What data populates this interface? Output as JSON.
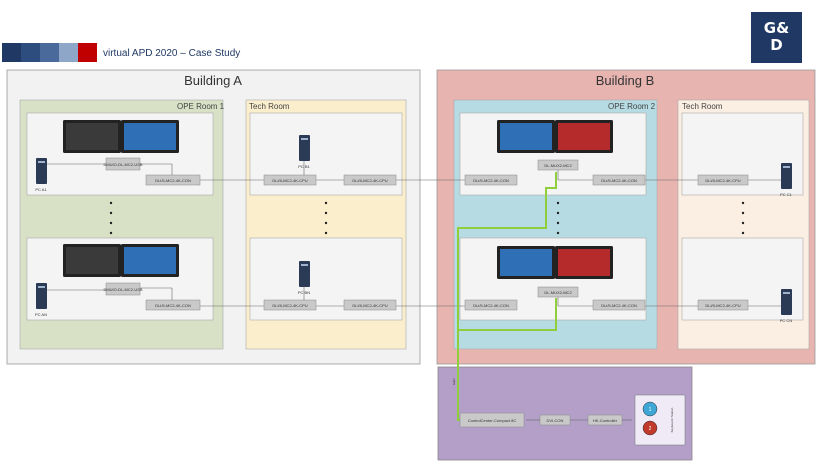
{
  "header": {
    "title": "virtual APD 2020 – Case Study",
    "colors": [
      "#1f3864",
      "#2e4d7f",
      "#4a6a9c",
      "#8ea6c7",
      "#c00000"
    ],
    "logo": {
      "top": "G&",
      "bottom": "D"
    }
  },
  "buildings": {
    "a": {
      "title": "Building A",
      "ope_room": "OPE Room 1",
      "tech_room": "Tech Room"
    },
    "b": {
      "title": "Building B",
      "ope_room": "OPE Room 2",
      "tech_room": "Tech Room"
    }
  },
  "devices": {
    "pc_a1": "PC A1",
    "pc_b1": "PC B1",
    "pc_an": "PC AN",
    "pc_bn": "PC BN",
    "pc_c1": "PC C1",
    "pc_cn": "PC CN",
    "dmu_a1": "DMUIO-DL-MC2-USB",
    "dmu_an": "DMUIO-DL-MC2-USB",
    "con_a1": "DLI/5-MC2-4K-CON",
    "con_an": "DLI/5-MC2-4K-CON",
    "cpu_ta1": "DLI/5-MC2-4K-CPU",
    "cpu_ta2": "DLI/5-MC2-4K-CPU",
    "cpu_tan1": "DLI/5-MC2-4K-CPU",
    "cpu_tan2": "DLI/5-MC2-4K-CPU",
    "con_b1_left": "DLI/5-MC2-4K-CON",
    "mux_b1": "DL-MUX2-MC2",
    "con_b1_right": "DLI/5-MC2-4K-CON",
    "con_bn_left": "DLI/5-MC2-4K-CON",
    "mux_bn": "DL-MUX2-MC2",
    "con_bn_right": "DLI/5-MC2-4K-CON",
    "cpu_tb1": "DLI/5-MC2-4K-CPU",
    "cpu_tbn": "DLI/5-MC2-4K-CPU",
    "control_center": "ControlCenter-Compact 8C",
    "dvi_con": "DVI-CON",
    "hk_controller": "HK-Controller",
    "keyboard_label": "Keyboard / Station"
  },
  "markers": {
    "one": "1",
    "two": "2"
  },
  "link_label": "G&D"
}
